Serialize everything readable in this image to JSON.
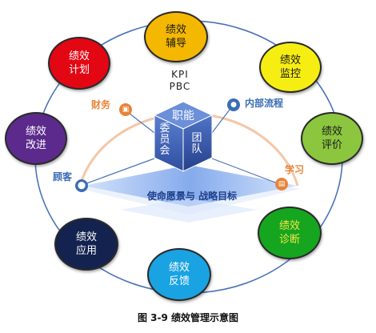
{
  "caption": "图 3-9 绩效管理示意图",
  "kpi": {
    "line1": "KPI",
    "line2": "PBC"
  },
  "cube": {
    "top": "职能",
    "left": "委员会",
    "right": "团队",
    "base": "使命愿景与 战略目标"
  },
  "labels": {
    "finance": "财务",
    "internal": "内部流程",
    "customer": "顾客",
    "learning": "学习"
  },
  "nodes": [
    {
      "key": "coach",
      "line1": "绩效",
      "line2": "辅导",
      "color": "#f5b800"
    },
    {
      "key": "monitor",
      "line1": "绩效",
      "line2": "监控",
      "color": "#f6ee12"
    },
    {
      "key": "evaluate",
      "line1": "绩效",
      "line2": "评价",
      "color": "#8cc63f"
    },
    {
      "key": "diagnose",
      "line1": "绩效",
      "line2": "诊断",
      "color": "#16a51f"
    },
    {
      "key": "feedback",
      "line1": "绩效",
      "line2": "反馈",
      "color": "#1aa3e2"
    },
    {
      "key": "apply",
      "line1": "绩效",
      "line2": "应用",
      "color": "#14224f"
    },
    {
      "key": "improve",
      "line1": "绩效",
      "line2": "改进",
      "color": "#5b2a8c"
    },
    {
      "key": "plan",
      "line1": "绩效",
      "line2": "计划",
      "color": "#e30613"
    }
  ],
  "colors": {
    "ring": "#4b74b8",
    "cube": "#4063b4",
    "finance": "#e8843a",
    "internal": "#3a6db5",
    "customer": "#3a6db5",
    "learning": "#e8843a"
  }
}
